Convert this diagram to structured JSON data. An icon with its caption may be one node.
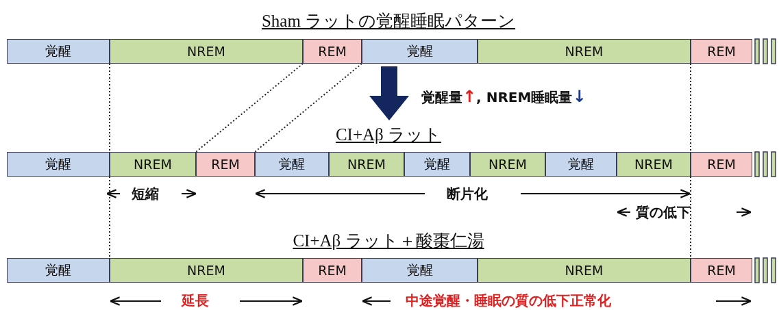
{
  "diagram": {
    "nodes": [
      {
        "text": [
          "覚醒"
        ]
      },
      {
        "text": [
          "NREM"
        ]
      },
      {
        "text": [
          "REM"
        ]
      },
      {
        "text": [
          "覚醒"
        ]
      },
      {
        "text": [
          "NREM"
        ]
      },
      {
        "text": [
          "REM"
        ]
      },
      {
        "text": [
          "覚醒"
        ]
      },
      {
        "text": [
          "NREM"
        ]
      },
      {
        "text": [
          "REM"
        ]
      },
      {
        "text": [
          "覚醒"
        ]
      },
      {
        "text": [
          "NREM"
        ]
      },
      {
        "text": [
          "覚醒"
        ]
      },
      {
        "text": [
          "NREM"
        ]
      },
      {
        "text": [
          "覚醒"
        ]
      },
      {
        "text": [
          "NREM"
        ]
      },
      {
        "text": [
          "REM"
        ]
      },
      {
        "text": [
          "覚醒"
        ]
      },
      {
        "text": [
          "NREM"
        ]
      },
      {
        "text": [
          "REM"
        ]
      },
      {
        "text": [
          "覚醒"
        ]
      },
      {
        "text": [
          "NREM"
        ]
      },
      {
        "text": [
          "REM"
        ]
      }
    ],
    "edges": [],
    "labels": [
      "Sham ラットの覚醒睡眠パターン",
      "覚醒量",
      "↑",
      ", NREM睡眠量",
      "↓",
      "CI+Aβ ラット",
      "短縮",
      "断片化",
      "質の低下",
      "CI+Aβ ラット＋酸棗仁湯",
      "延長",
      "中途覚醒・睡眠の質の低下正常化"
    ]
  }
}
